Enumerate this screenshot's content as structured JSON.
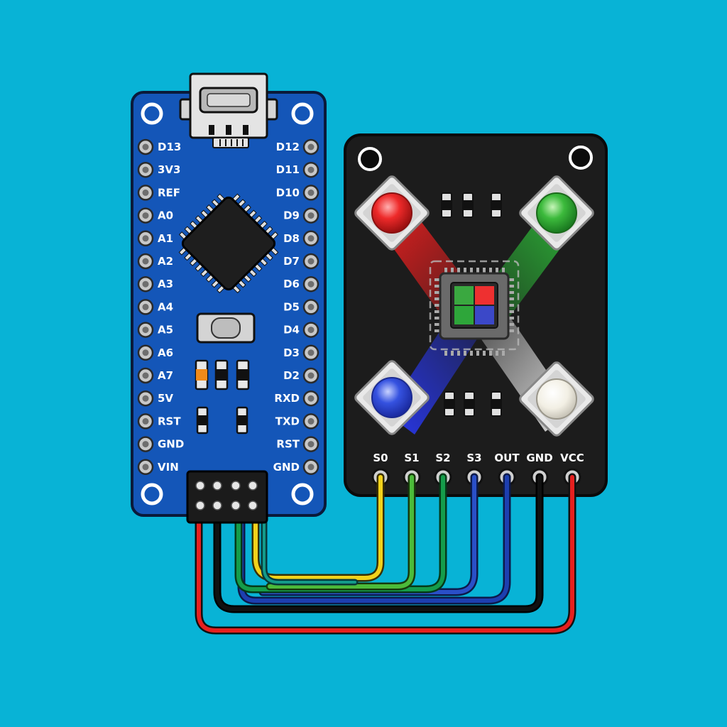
{
  "colors": {
    "background": "#08b3d6",
    "nano_board": "#1456b8",
    "sensor_board": "#1c1c1c",
    "wire_yellow": "#f2d21b",
    "wire_light_green": "#4cbb3a",
    "wire_green": "#159c4a",
    "wire_blue": "#1d3fb0",
    "wire_black": "#111111",
    "wire_red": "#e5201f"
  },
  "nano": {
    "left_pins": [
      "D13",
      "3V3",
      "REF",
      "A0",
      "A1",
      "A2",
      "A3",
      "A4",
      "A5",
      "A6",
      "A7",
      "5V",
      "RST",
      "GND",
      "VIN"
    ],
    "right_pins": [
      "D12",
      "D11",
      "D10",
      "D9",
      "D8",
      "D7",
      "D6",
      "D5",
      "D4",
      "D3",
      "D2",
      "RXD",
      "TXD",
      "RST",
      "GND"
    ]
  },
  "sensor": {
    "header_pins": [
      "S0",
      "S1",
      "S2",
      "S3",
      "OUT",
      "GND",
      "VCC"
    ]
  }
}
